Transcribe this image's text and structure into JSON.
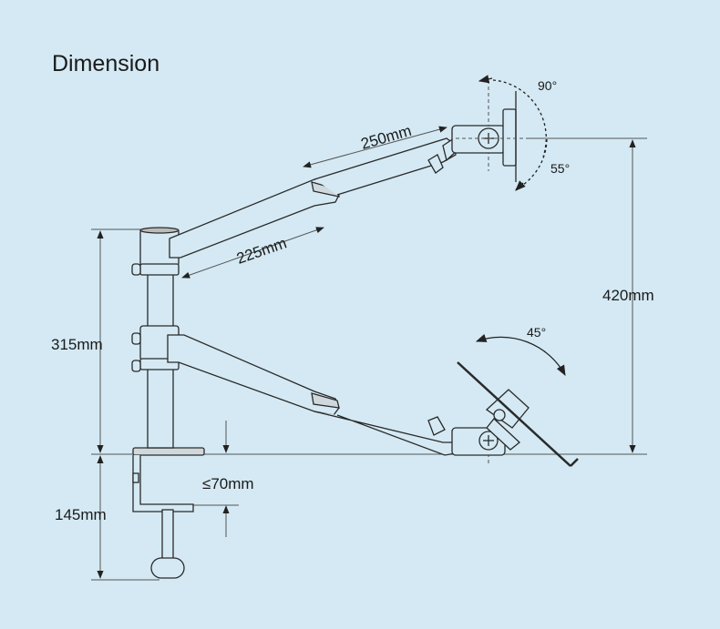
{
  "title": "Dimension",
  "labels": {
    "upper_arm_length": "250mm",
    "lower_arm_length": "225mm",
    "pole_height": "315mm",
    "total_height": "420mm",
    "clamp_height": "145mm",
    "desk_thickness": "≤70mm",
    "tilt_up": "90°",
    "tilt_down": "55°",
    "laptop_tilt": "45°"
  },
  "colors": {
    "background": "#d4e9f3",
    "line": "#2a2a2a",
    "dim_line": "#555555"
  }
}
